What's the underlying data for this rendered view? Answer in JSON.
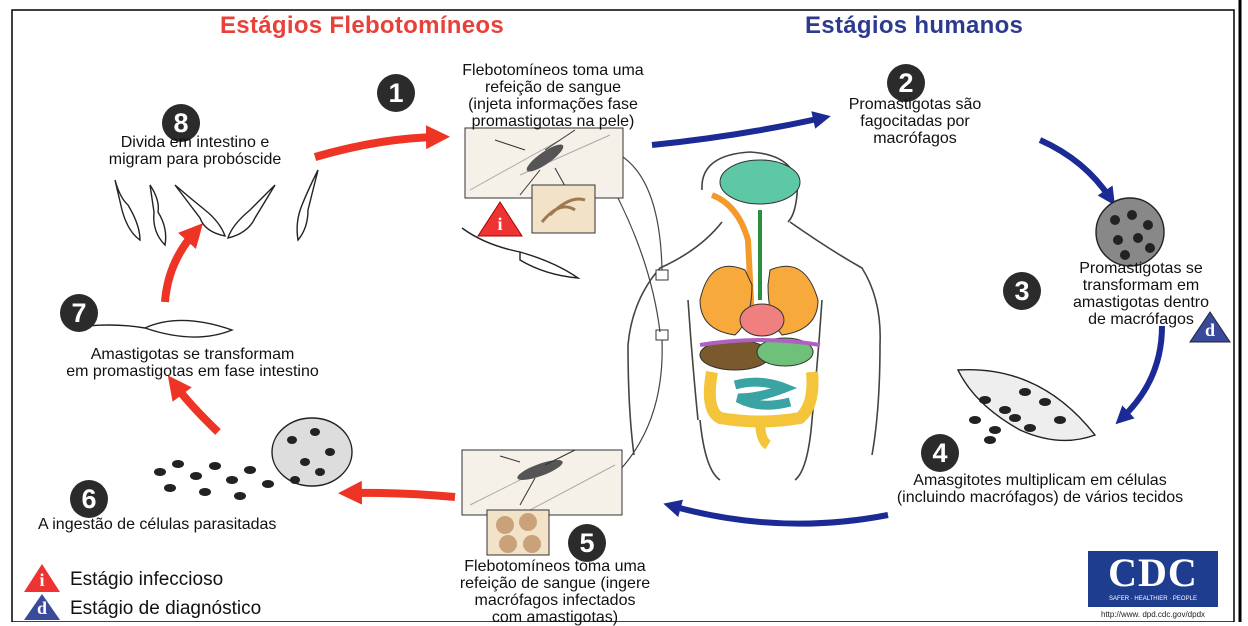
{
  "headers": {
    "sandfly": "Estágios Flebotomíneos",
    "human": "Estágios humanos"
  },
  "steps": [
    {
      "number": "1",
      "text": [
        "Flebotomíneos toma uma",
        "refeição de sangue",
        "(injeta informações fase",
        "promastigotas na pele)"
      ]
    },
    {
      "number": "2",
      "text": [
        "Promastigotas são",
        "fagocitadas por",
        "macrófagos"
      ]
    },
    {
      "number": "3",
      "text": [
        "Promastigotas se",
        "transformam em",
        "amastigotas dentro",
        "de macrófagos"
      ]
    },
    {
      "number": "4",
      "text": [
        "Amasgitotes multiplicam em células",
        "(incluindo macrófagos) de vários tecidos"
      ]
    },
    {
      "number": "5",
      "text": [
        "Flebotomíneos toma uma",
        "refeição de sangue (ingere",
        "macrófagos infectados",
        "com amastigotas)"
      ]
    },
    {
      "number": "6",
      "text": [
        "A ingestão de células parasitadas"
      ]
    },
    {
      "number": "7",
      "text": [
        "Amastigotas se transformam",
        "em promastigotas em fase intestino"
      ]
    },
    {
      "number": "8",
      "text": [
        "Divida em intestino e",
        "migram para probóscide"
      ]
    }
  ],
  "legend": {
    "infective": {
      "symbol": "i",
      "label": "Estágio infeccioso"
    },
    "diagnostic": {
      "symbol": "d",
      "label": "Estágio de diagnóstico"
    }
  },
  "logo": {
    "text": "CDC",
    "tagline": "SAFER · HEALTHIER · PEOPLE",
    "url": "http://www. dpd.cdc.gov/dpdx"
  },
  "colors": {
    "sandfly_header": "#e8413a",
    "human_header": "#2e3a8f",
    "red_arrow": "#ee3424",
    "blue_arrow": "#1b2a94",
    "infective_icon": "#e33",
    "diagnostic_icon": "#3a4a9a"
  }
}
